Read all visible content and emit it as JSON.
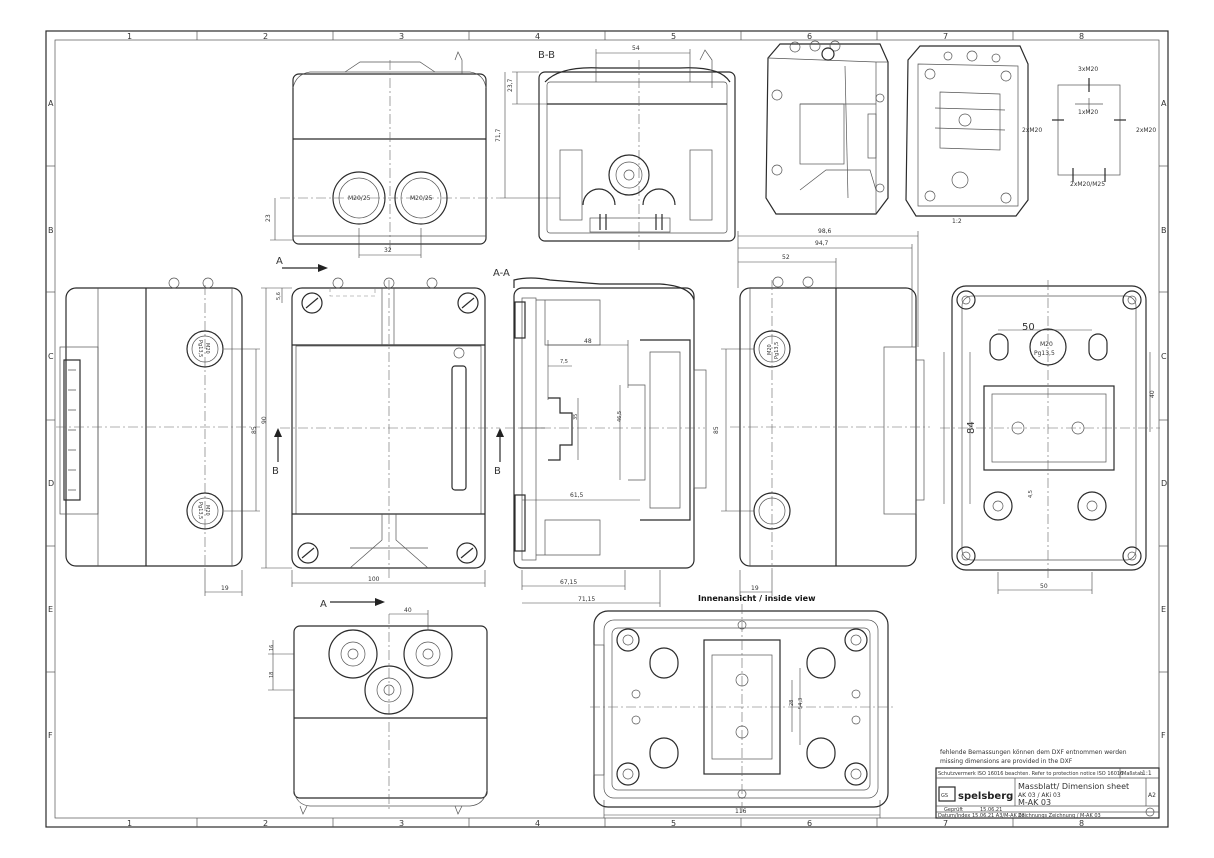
{
  "grid": {
    "columns": [
      "1",
      "2",
      "3",
      "4",
      "5",
      "6",
      "7",
      "8"
    ],
    "rows": [
      "A",
      "B",
      "C",
      "D",
      "E",
      "F"
    ]
  },
  "sections": {
    "bb": "B-B",
    "aa": "A-A",
    "a_top": "A",
    "a_bottom": "A",
    "b_left": "B",
    "b_right": "B",
    "inside_view": "Innenansicht  /  inside view"
  },
  "glands": {
    "m2025_left": "M20/25",
    "m2025_right": "M20/25",
    "m20_a": "M20",
    "pg_a": "Pg13,5",
    "m20_b": "M20",
    "pg_b": "Pg13,5",
    "m20_c": "M20",
    "pg_c": "Pg13,5"
  },
  "dimensions": {
    "d54": "54",
    "d23_7": "23,7",
    "d71_7": "71,7",
    "d23": "23",
    "d32": "32",
    "d5_6": "5,6",
    "d90": "90",
    "d85_left": "85",
    "d19_left": "19",
    "d100": "100",
    "d40_top": "40",
    "d16": "16",
    "d18": "18",
    "d48": "48",
    "d7_5": "7,5",
    "d35": "35",
    "d46_5": "46,5",
    "d61_5": "61,5",
    "d67_15": "67,15",
    "d71_15": "71,15",
    "d98_6": "98,6",
    "d94_7": "94,7",
    "d52": "52",
    "d85_right": "85",
    "d19_right": "19",
    "d50_top": "50",
    "d84": "84",
    "d40_side": "40",
    "d4_5": "4,5",
    "d50_bottom": "50",
    "d28": "28",
    "d54_3": "54,3",
    "d116": "116"
  },
  "cable_entries": {
    "top": "3xM20",
    "center": "1xM20",
    "left": "2xM20",
    "right": "2xM20",
    "bottom": "2xM20/M25",
    "scale_note": "1:2"
  },
  "notes": {
    "de": "fehlende Bemassungen können dem DXF entnommen werden",
    "en": "missing dimensions are provided in the DXF"
  },
  "title_block": {
    "protection_note": "Schutzvermerk ISO 16016 beachten. Refer to protection notice ISO 16016.",
    "scale_label": "Maßstab",
    "scale_value": "1:1",
    "title": "Massblatt/ Dimension sheet",
    "models": "AK 03 / AKi 03",
    "drawing_no": "M-AK 03",
    "company": "spelsberg",
    "logo_letters": "GS",
    "format": "A2",
    "checked_label": "Geprüft",
    "date_value": "15.06.21",
    "state_value": "Datum/Index 15.06.21  A3/M-AK 03",
    "file_value": "Zeichnungs Zeichnung / M-AK 03"
  }
}
